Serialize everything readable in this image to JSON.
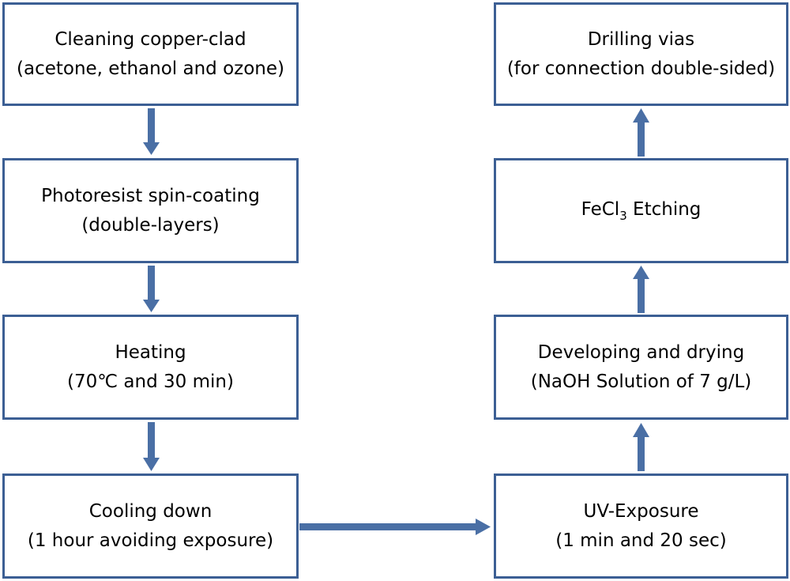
{
  "boxes": {
    "cleaning": {
      "line1": "Cleaning copper-clad",
      "line2": "(acetone, ethanol and ozone)"
    },
    "photoresist": {
      "line1": "Photoresist spin-coating",
      "line2": "(double-layers)"
    },
    "heating": {
      "line1": "Heating",
      "line2": "(70℃ and 30 min)"
    },
    "cooling": {
      "line1": "Cooling down",
      "line2": "(1 hour avoiding exposure)"
    },
    "uv_exposure": {
      "line1": "UV-Exposure",
      "line2": "(1 min and 20 sec)"
    },
    "developing": {
      "line1": "Developing and drying",
      "line2": "(NaOH Solution of 7 g/L)"
    },
    "etching": {
      "prefix": "FeCl",
      "subscript": "3",
      "suffix": " Etching"
    },
    "drilling": {
      "line1": "Drilling vias",
      "line2": "(for connection double-sided)"
    }
  },
  "colors": {
    "border": "#3c5f94",
    "arrow": "#4a6fa5",
    "text": "#000000",
    "background": "#ffffff"
  }
}
